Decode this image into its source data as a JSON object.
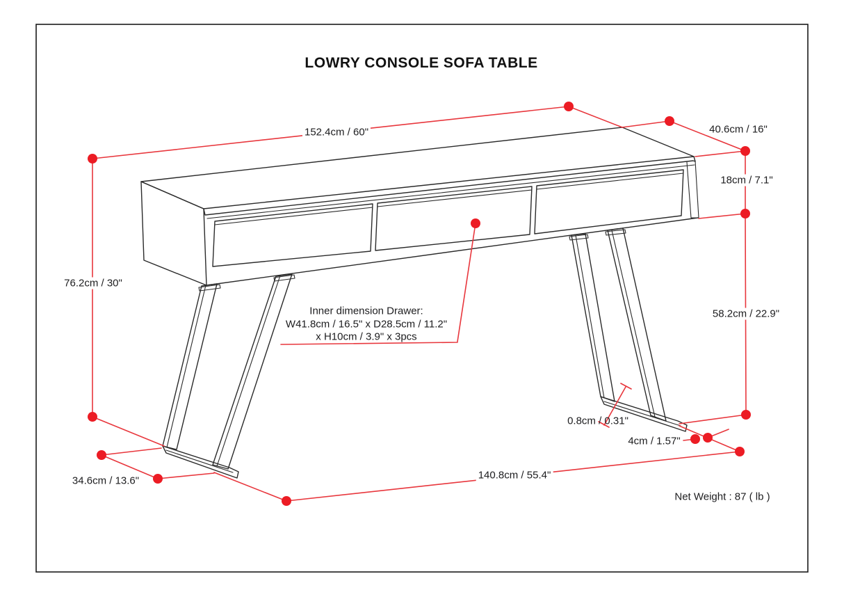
{
  "title": "LOWRY CONSOLE SOFA TABLE",
  "dimensions": {
    "top_width": "152.4cm / 60\"",
    "top_depth": "40.6cm / 16\"",
    "apron_height": "18cm / 7.1\"",
    "overall_height": "76.2cm / 30\"",
    "leg_height": "58.2cm / 22.9\"",
    "leg_thickness": "0.8cm / 0.31\"",
    "leg_width": "4cm / 1.57\"",
    "base_width": "140.8cm / 55.4\"",
    "base_depth": "34.6cm / 13.6\""
  },
  "drawer_note": {
    "line1": "Inner dimension Drawer:",
    "line2": "W41.8cm / 16.5\" x D28.5cm / 11.2\"",
    "line3": "x H10cm / 3.9\" x 3pcs"
  },
  "net_weight": "Net Weight : 87 ( lb )",
  "colors": {
    "dimension_dot_red": "#ec1c24",
    "dimension_line_red": "#e8363c",
    "drawing_black": "#2a2a2a"
  }
}
